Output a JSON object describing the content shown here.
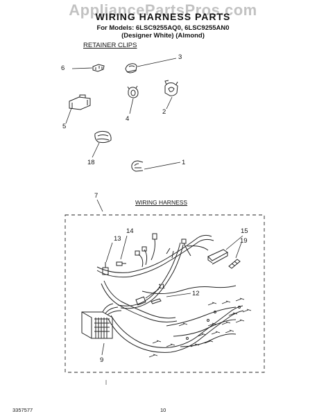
{
  "watermark": "AppliancePartsPros.com",
  "title": "WIRING HARNESS PARTS",
  "models_line": "For Models: 6LSC9255AQ0, 6LSC9255AN0",
  "colors_line": "(Designer White)  (Almond)",
  "sections": {
    "retainer_clips": "RETAINER CLIPS",
    "wiring_harness": "WIRING HARNESS"
  },
  "callouts": {
    "c1": "1",
    "c2": "2",
    "c3": "3",
    "c4": "4",
    "c5": "5",
    "c6": "6",
    "c7": "7",
    "c9": "9",
    "c11": "11",
    "c12": "12",
    "c13": "13",
    "c14": "14",
    "c15": "15",
    "c18": "18",
    "c19": "19"
  },
  "footer": {
    "doc_number": "3357577",
    "page_number": "10"
  }
}
